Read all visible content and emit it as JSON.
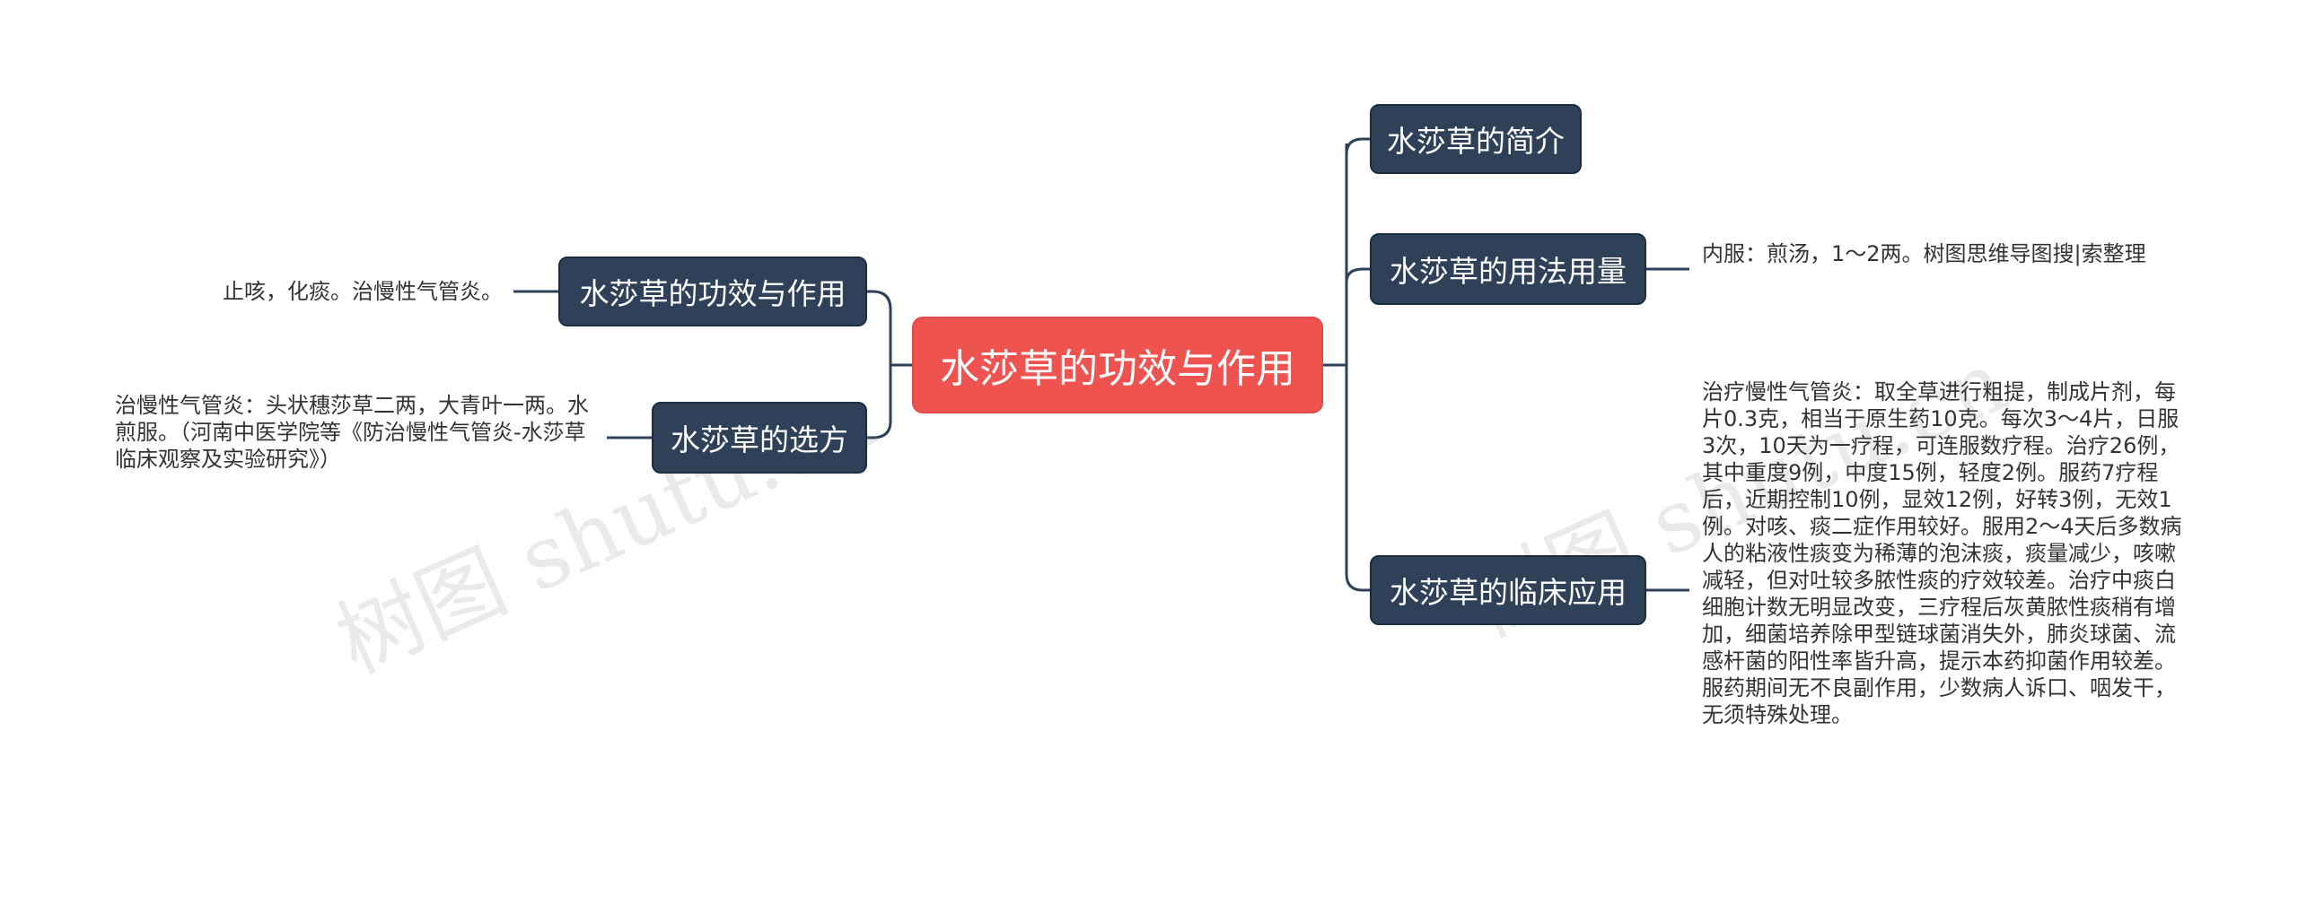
{
  "root": {
    "label": "水莎草的功效与作用"
  },
  "left": [
    {
      "label": "水莎草的功效与作用",
      "note": "止咳，化痰。治慢性气管炎。"
    },
    {
      "label": "水莎草的选方",
      "note": "治慢性气管炎：头状穗莎草二两，大青叶一两。水煎服。（河南中医学院等《防治慢性气管炎-水莎草临床观察及实验研究》）"
    }
  ],
  "right": [
    {
      "label": "水莎草的简介"
    },
    {
      "label": "水莎草的用法用量",
      "note": "内服：煎汤，1～2两。树图思维导图搜|索整理"
    },
    {
      "label": "水莎草的临床应用",
      "note": "治疗慢性气管炎：取全草进行粗提，制成片剂，每片0.3克，相当于原生药10克。每次3～4片，日服3次，10天为一疗程，可连服数疗程。治疗26例，其中重度9例，中度15例，轻度2例。服药7疗程后，近期控制10例，显效12例，好转3例，无效1例。对咳、痰二症作用较好。服用2～4天后多数病人的粘液性痰变为稀薄的泡沫痰，痰量减少，咳嗽减轻，但对吐较多脓性痰的疗效较差。治疗中痰白细胞计数无明显改变，三疗程后灰黄脓性痰稍有增加，细菌培养除甲型链球菌消失外，肺炎球菌、流感杆菌的阳性率皆升高，提示本药抑菌作用较差。服药期间无不良副作用，少数病人诉口、咽发干，无须特殊处理。"
    }
  ],
  "watermarks": [
    "树图 shutu.cn",
    "树图 shutu.cn"
  ]
}
